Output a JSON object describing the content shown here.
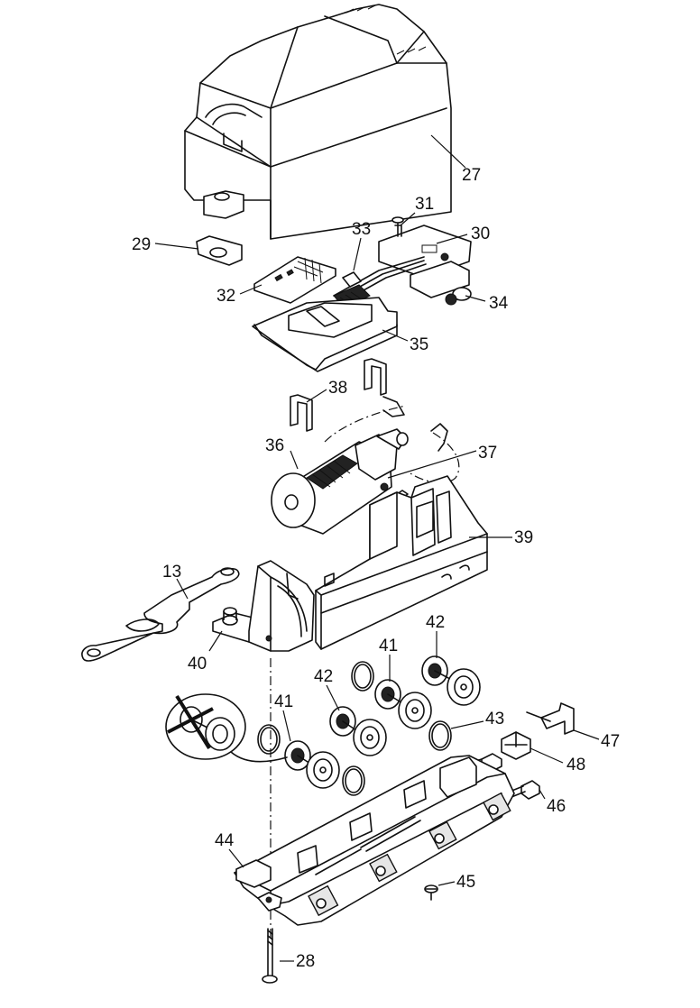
{
  "callouts": [
    {
      "id": "p27",
      "label": "27"
    },
    {
      "id": "p31",
      "label": "31"
    },
    {
      "id": "p33",
      "label": "33"
    },
    {
      "id": "p30",
      "label": "30"
    },
    {
      "id": "p29",
      "label": "29"
    },
    {
      "id": "p32",
      "label": "32"
    },
    {
      "id": "p34",
      "label": "34"
    },
    {
      "id": "p35",
      "label": "35"
    },
    {
      "id": "p38",
      "label": "38"
    },
    {
      "id": "p36",
      "label": "36"
    },
    {
      "id": "p37",
      "label": "37"
    },
    {
      "id": "p39",
      "label": "39"
    },
    {
      "id": "p13",
      "label": "13"
    },
    {
      "id": "p40",
      "label": "40"
    },
    {
      "id": "p42a",
      "label": "42"
    },
    {
      "id": "p41a",
      "label": "41"
    },
    {
      "id": "p42b",
      "label": "42"
    },
    {
      "id": "p43",
      "label": "43"
    },
    {
      "id": "p41b",
      "label": "41"
    },
    {
      "id": "p47",
      "label": "47"
    },
    {
      "id": "p48",
      "label": "48"
    },
    {
      "id": "p46",
      "label": "46"
    },
    {
      "id": "p44",
      "label": "44"
    },
    {
      "id": "p45",
      "label": "45"
    },
    {
      "id": "p28",
      "label": "28"
    }
  ]
}
